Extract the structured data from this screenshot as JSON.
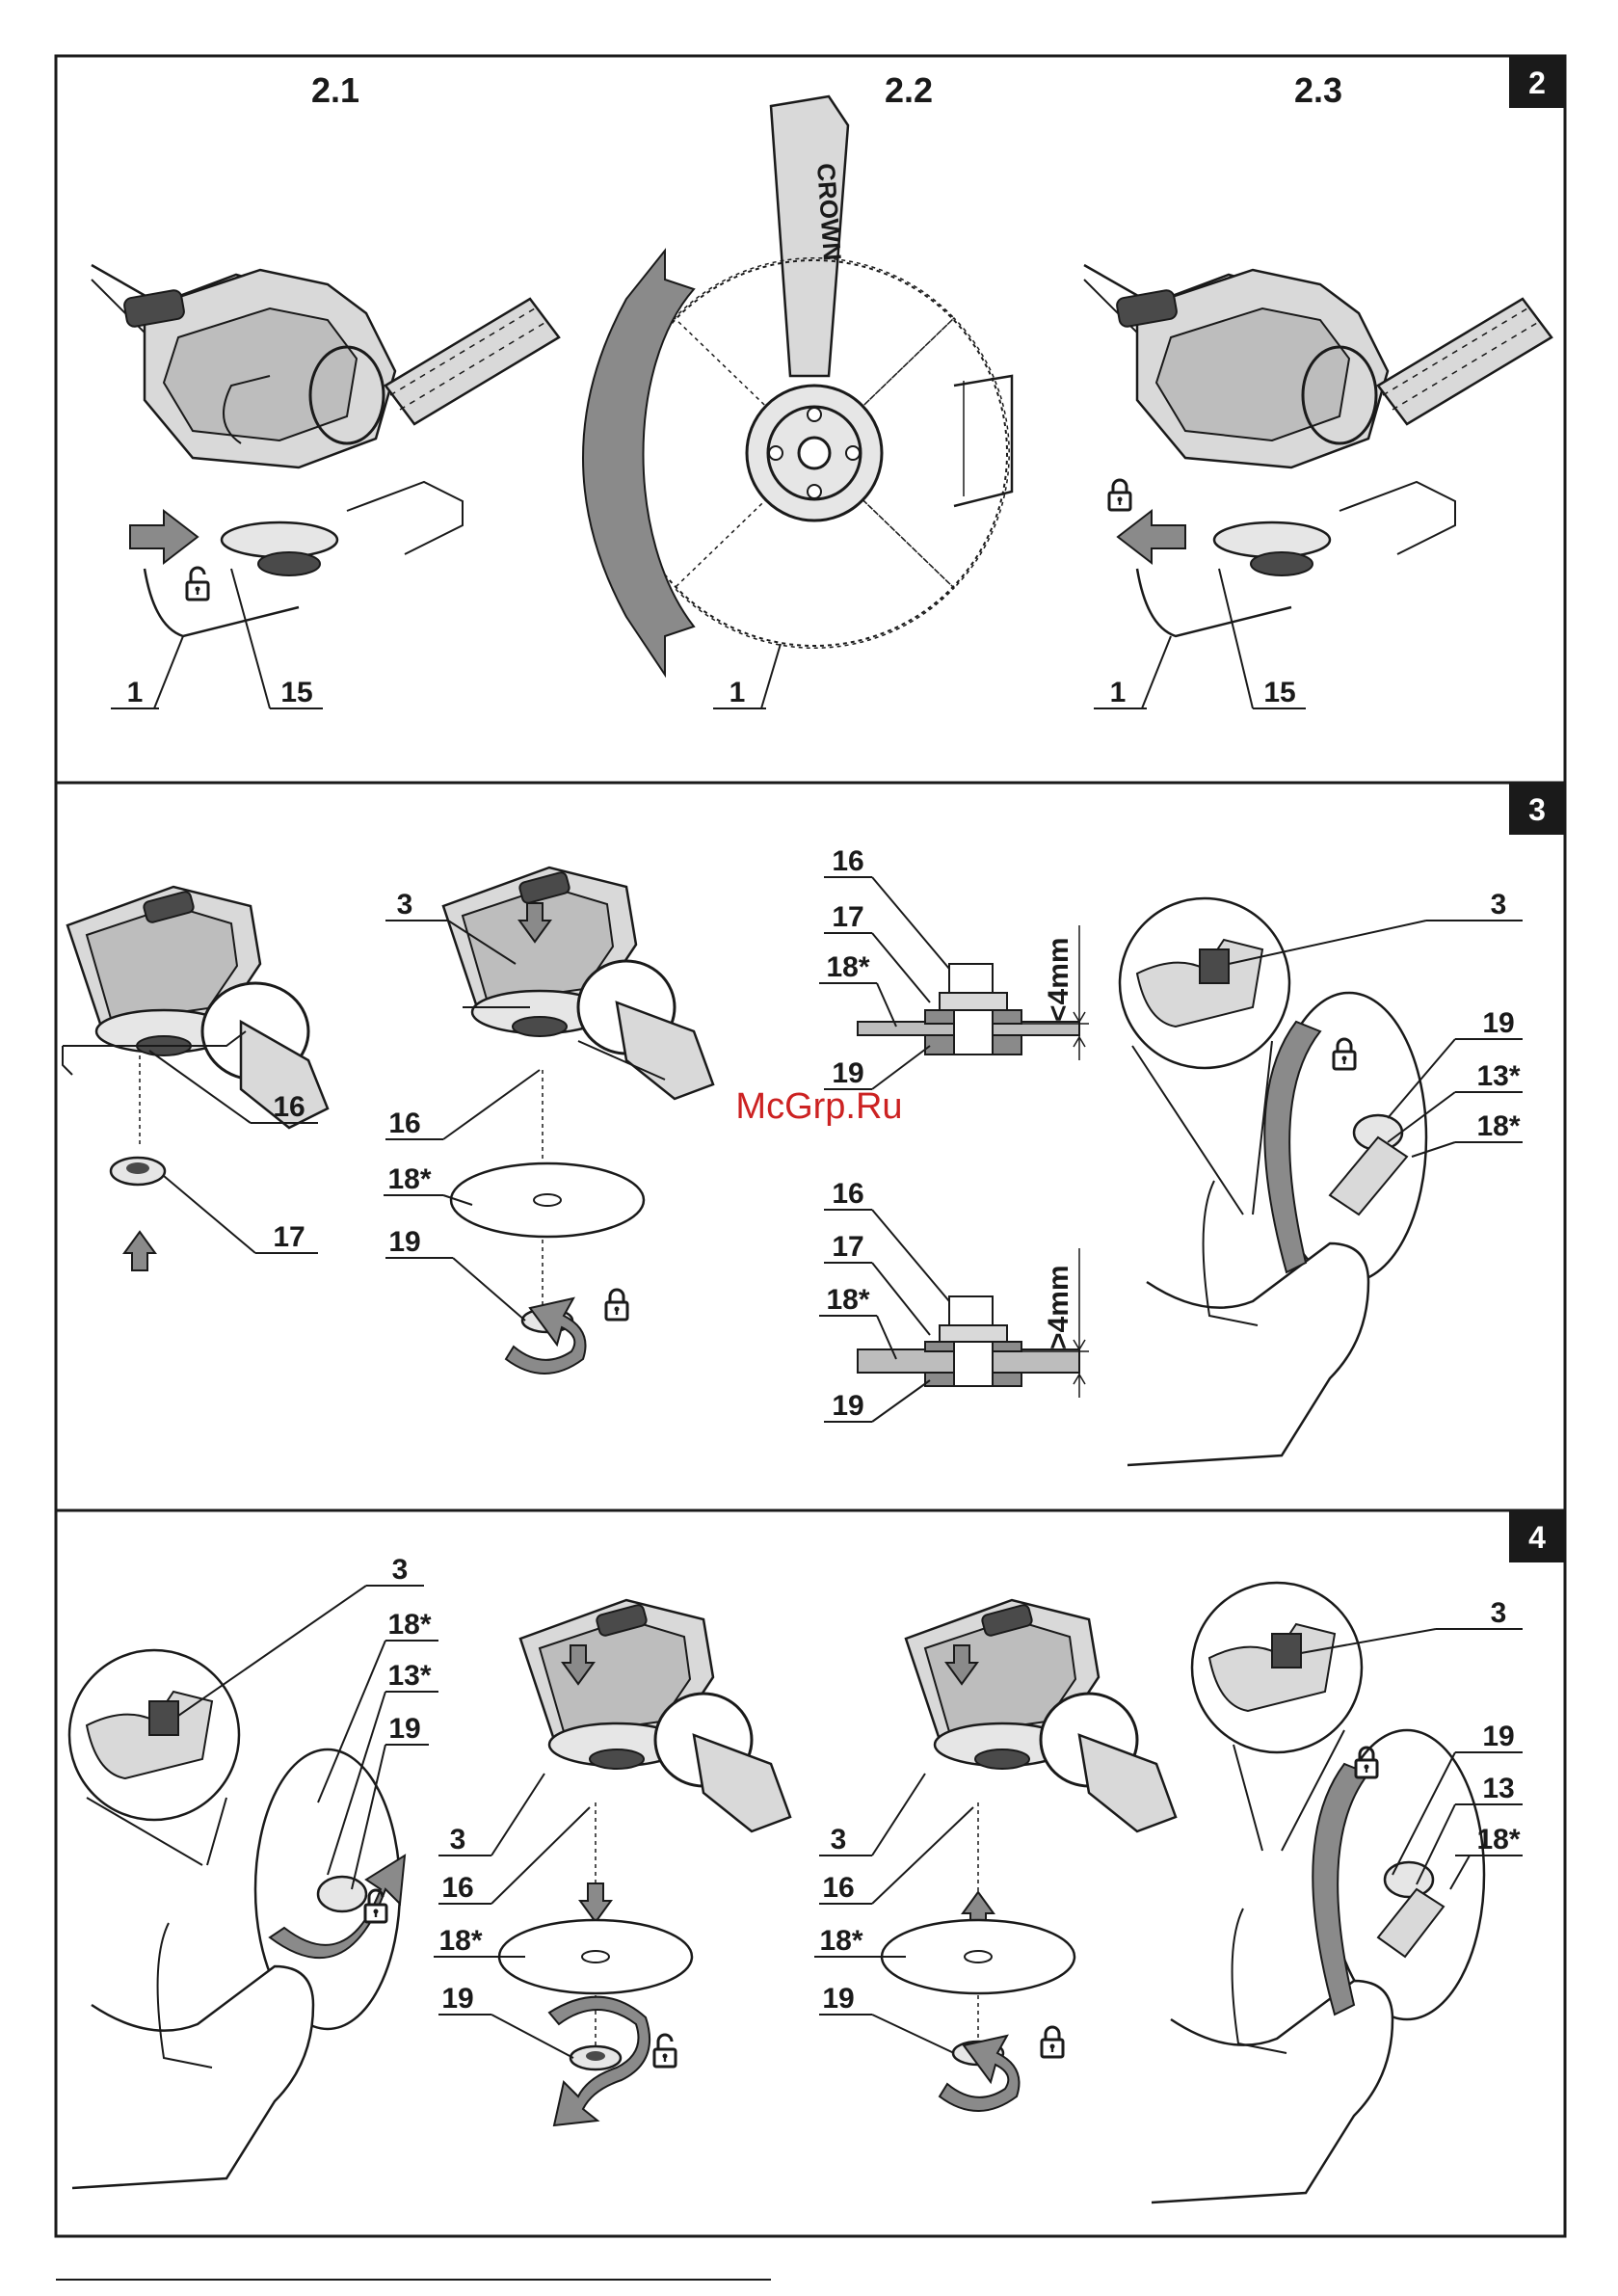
{
  "brand_text": "CROWN",
  "watermark": "McGrp.Ru",
  "sections": [
    {
      "number": "2",
      "panels": [
        "2.1",
        "2.2",
        "2.3"
      ]
    },
    {
      "number": "3"
    },
    {
      "number": "4"
    }
  ],
  "callouts": {
    "s2": {
      "p21_a": "1",
      "p21_b": "15",
      "p22_a": "1",
      "p23_a": "1",
      "p23_b": "15"
    },
    "s3": {
      "a_16": "16",
      "a_17": "17",
      "b_3": "3",
      "b_16": "16",
      "b_18": "18*",
      "b_19": "19",
      "c_16": "16",
      "c_17": "17",
      "c_18": "18*",
      "c_19": "19",
      "c_dim": "<4mm",
      "d_16": "16",
      "d_17": "17",
      "d_18": "18*",
      "d_19": "19",
      "d_dim": ">4mm",
      "e_3": "3",
      "e_19": "19",
      "e_13": "13*",
      "e_18": "18*"
    },
    "s4": {
      "a_3": "3",
      "a_18": "18*",
      "a_13": "13*",
      "a_19": "19",
      "b_3": "3",
      "b_16": "16",
      "b_18": "18*",
      "b_19": "19",
      "c_3": "3",
      "c_16": "16",
      "c_18": "18*",
      "c_19": "19",
      "d_3": "3",
      "d_19": "19",
      "d_13": "13",
      "d_18": "18*"
    }
  },
  "colors": {
    "line": "#1a1a1a",
    "arrow_fill": "#8a8a8a",
    "tool_fill": "#d9d9d9",
    "tool_dark": "#4a4a4a",
    "watermark": "#cc2222"
  }
}
